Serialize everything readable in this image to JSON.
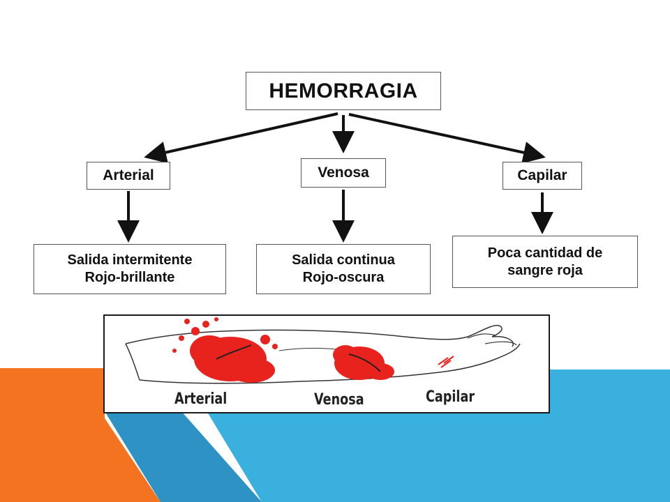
{
  "colors": {
    "orange": "#F47321",
    "blue": "#3AB0DE",
    "dark_blue": "#2A8FBE",
    "blood_red": "#E8221D",
    "border": "#555555"
  },
  "diagram": {
    "title": "HEMORRAGIA",
    "types": [
      {
        "label": "Arterial",
        "description": [
          "Salida intermitente",
          "Rojo-brillante"
        ]
      },
      {
        "label": "Venosa",
        "description": [
          "Salida continua",
          "Rojo-oscura"
        ]
      },
      {
        "label": "Capilar",
        "description": [
          "Poca cantidad de",
          "sangre roja"
        ]
      }
    ]
  },
  "illustration": {
    "labels": [
      "Arterial",
      "Venosa",
      "Capilar"
    ]
  }
}
